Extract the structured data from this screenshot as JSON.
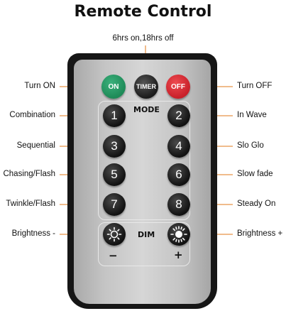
{
  "title": "Remote Control",
  "timer_note": "6hrs on,18hrs off",
  "top_buttons": {
    "on": "ON",
    "timer": "TIMER",
    "off": "OFF"
  },
  "panels": {
    "mode": "MODE",
    "dim": "DIM",
    "minus": "−",
    "plus": "+"
  },
  "numbers": [
    "1",
    "2",
    "3",
    "4",
    "5",
    "6",
    "7",
    "8"
  ],
  "labels": {
    "turn_on": "Turn ON",
    "turn_off": "Turn OFF",
    "combination": "Combination",
    "in_wave": "In Wave",
    "sequential": "Sequential",
    "slo_glo": "Slo Glo",
    "chasing_flash": "Chasing/Flash",
    "slow_fade": "Slow fade",
    "twinkle_flash": "Twinkle/Flash",
    "steady_on": "Steady On",
    "brightness_down": "Brightness -",
    "brightness_up": "Brightness +"
  },
  "colors": {
    "on_button": "#1e8a57",
    "off_button": "#c8202a",
    "timer_button": "#222222",
    "leader_line": "#e07a1a",
    "remote_body": "#161616",
    "remote_face": "#c9c9c9"
  }
}
